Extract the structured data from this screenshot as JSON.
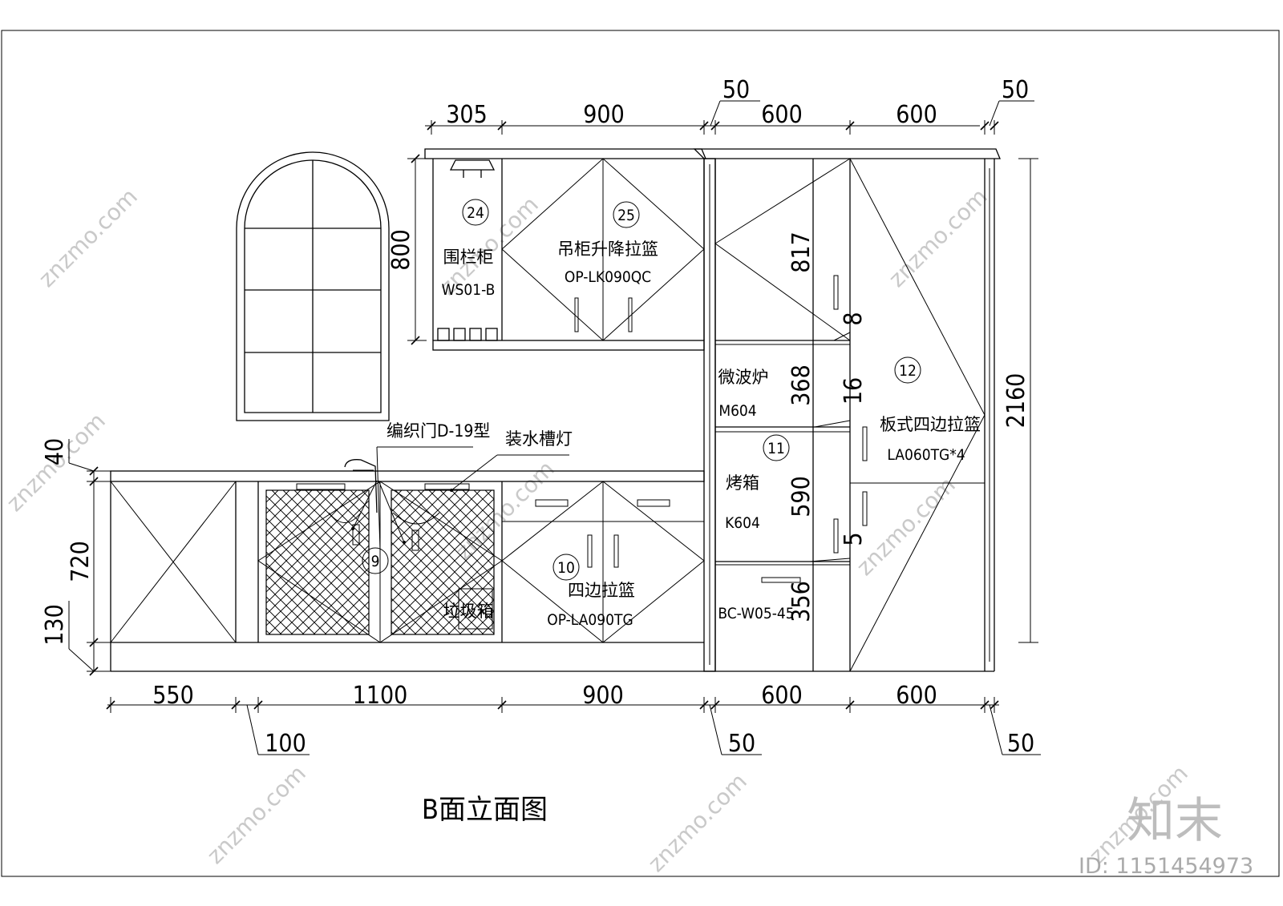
{
  "title": "B面立面图",
  "watermark": {
    "site": "znzmo.com",
    "brand": "知末",
    "id_text": "ID: 1151454973"
  },
  "dimensions": {
    "top": [
      "305",
      "900",
      "50",
      "600",
      "600",
      "50"
    ],
    "bottom": [
      "550",
      "1100",
      "900",
      "600",
      "600"
    ],
    "bottom_small": [
      "100",
      "50",
      "50"
    ],
    "left": [
      "40",
      "720",
      "130"
    ],
    "upper_cabinet_height": "800",
    "overall_height": "2160",
    "tall_cabinet": [
      "817",
      "8",
      "368",
      "16",
      "590",
      "5",
      "356"
    ]
  },
  "labels": {
    "item24": {
      "no": "24",
      "name": "围栏柜",
      "code": "WS01-B"
    },
    "item25": {
      "no": "25",
      "name": "吊柜升降拉篮",
      "code": "OP-LK090QC"
    },
    "item12": {
      "no": "12",
      "name": "板式四边拉篮",
      "code": "LA060TG*4"
    },
    "microwave": {
      "name": "微波炉",
      "code": "M604"
    },
    "item11": {
      "no": "11",
      "name": "烤箱",
      "code": "K604"
    },
    "bottom_drawer": {
      "code": "BC-W05-45"
    },
    "item10": {
      "no": "10",
      "name": "四边拉篮",
      "code": "OP-LA090TG"
    },
    "item9": {
      "no": "9"
    },
    "trash": "垃圾箱",
    "woven_door": "编织门D-19型",
    "sink_light": "装水槽灯"
  }
}
